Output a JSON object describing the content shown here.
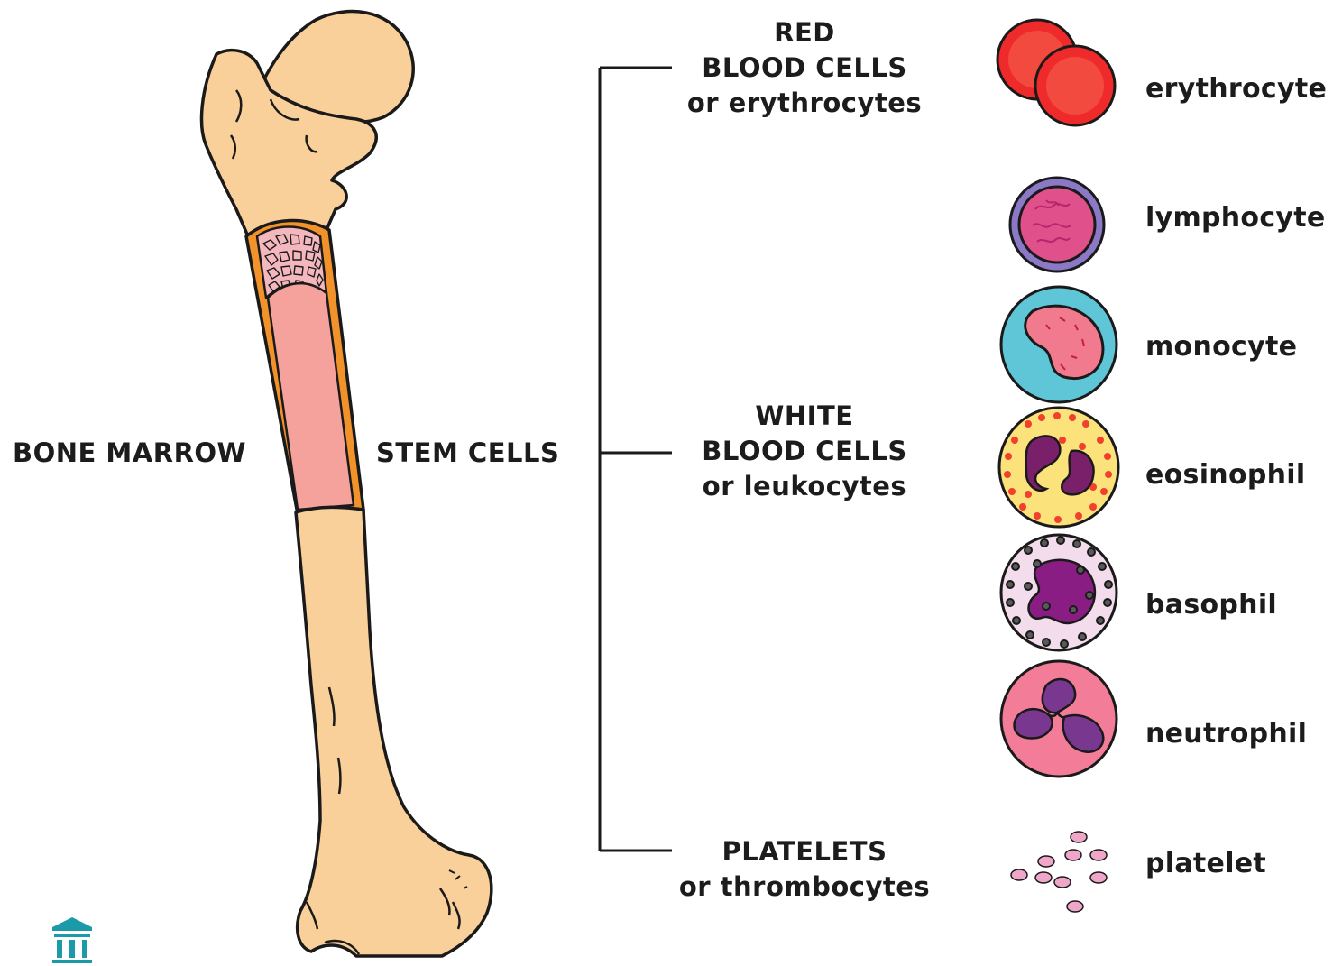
{
  "labels": {
    "bone_marrow": "BONE MARROW",
    "stem_cells": "STEM CELLS"
  },
  "groups": [
    {
      "lines": [
        "RED",
        "BLOOD CELLS",
        "or erythrocytes"
      ]
    },
    {
      "lines": [
        "WHITE",
        "BLOOD CELLS",
        "or leukocytes"
      ]
    },
    {
      "lines": [
        "PLATELETS",
        "or thrombocytes"
      ]
    }
  ],
  "cells": [
    {
      "name": "erythrocyte"
    },
    {
      "name": "lymphocyte"
    },
    {
      "name": "monocyte"
    },
    {
      "name": "eosinophil"
    },
    {
      "name": "basophil"
    },
    {
      "name": "neutrophil"
    },
    {
      "name": "platelet"
    }
  ],
  "colors": {
    "bone": "#f9cf9a",
    "bone_outline": "#1a1a1a",
    "cortex": "#f2922a",
    "marrow_red": "#f5a29c",
    "spongy": "#ee8aa0",
    "erythrocyte": "#ee2a2a",
    "lymphocyte_ring": "#8b78c6",
    "lymphocyte_nucleus": "#e0508a",
    "monocyte_cytoplasm": "#5ec6d6",
    "monocyte_nucleus": "#f27a8e",
    "eosinophil_cytoplasm": "#fbe27a",
    "eosinophil_granule": "#f2402e",
    "basophil_cytoplasm": "#f3dcec",
    "basophil_nucleus": "#8a1d84",
    "neutrophil_cytoplasm": "#f37d98",
    "neutrophil_nucleus": "#7a3790",
    "platelet": "#f0a6c8",
    "logo": "#1b9aa8"
  },
  "icons": {
    "logo": "institution-icon"
  }
}
